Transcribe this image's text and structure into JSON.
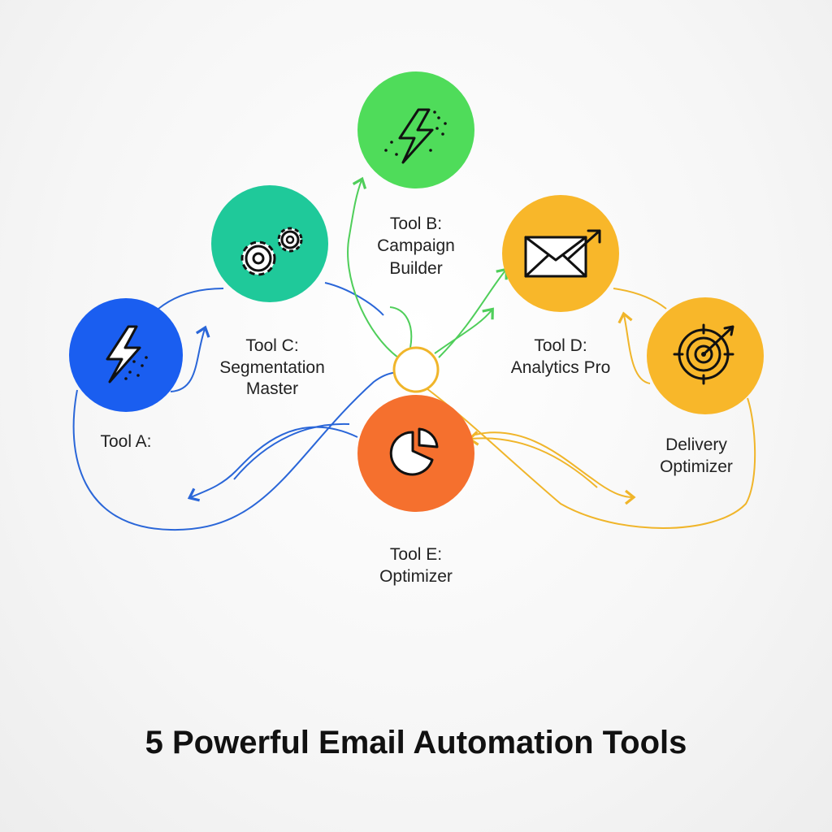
{
  "title": "5 Powerful Email Automation Tools",
  "colors": {
    "blue": "#1a5ef0",
    "teal": "#1fc99a",
    "green": "#4fdc5a",
    "yellow": "#f8b72a",
    "orange": "#f5702e"
  },
  "nodes": {
    "a": {
      "lines": [
        "Tool A:"
      ],
      "icon": "lightning-icon"
    },
    "b": {
      "lines": [
        "Tool B:",
        "Campaign",
        "Builder"
      ],
      "icon": "lightning-sparkle-icon"
    },
    "c": {
      "lines": [
        "Tool C:",
        "Segmentation",
        "Master"
      ],
      "icon": "gears-icon"
    },
    "d": {
      "lines": [
        "Tool D:",
        "Analytics Pro"
      ],
      "icon": "envelope-arrow-icon"
    },
    "f": {
      "lines": [
        "Delivery",
        "Optimizer"
      ],
      "icon": "target-icon"
    },
    "e": {
      "lines": [
        "Tool E:",
        "Optimizer"
      ],
      "icon": "pie-chart-icon"
    }
  }
}
